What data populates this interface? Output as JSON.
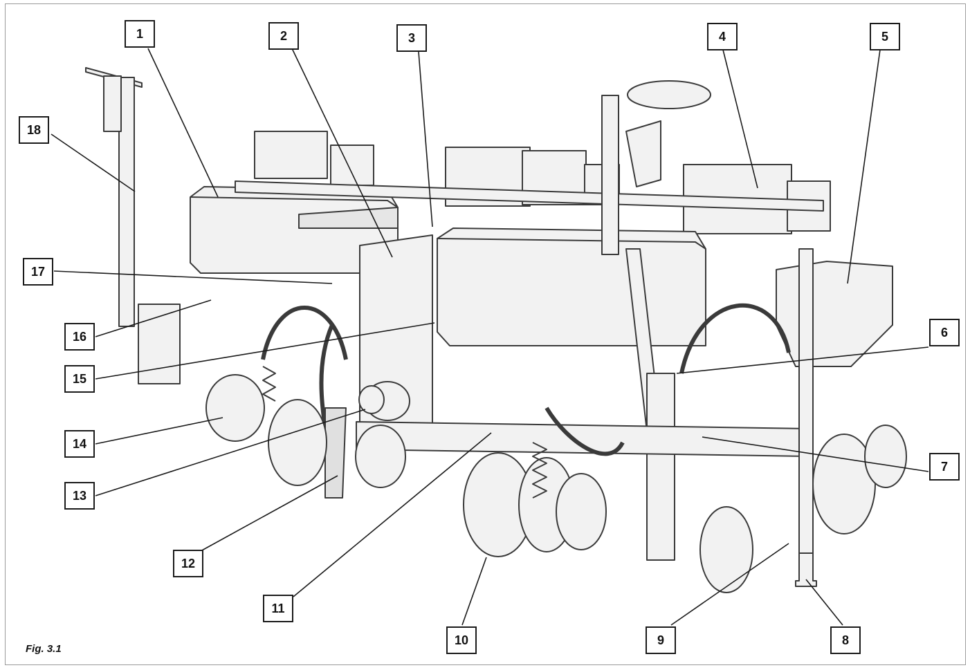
{
  "caption": "Fig. 3.1",
  "callouts": [
    {
      "id": "c1",
      "label": "1"
    },
    {
      "id": "c2",
      "label": "2"
    },
    {
      "id": "c3",
      "label": "3"
    },
    {
      "id": "c4",
      "label": "4"
    },
    {
      "id": "c5",
      "label": "5"
    },
    {
      "id": "c6",
      "label": "6"
    },
    {
      "id": "c7",
      "label": "7"
    },
    {
      "id": "c8",
      "label": "8"
    },
    {
      "id": "c9",
      "label": "9"
    },
    {
      "id": "c10",
      "label": "10"
    },
    {
      "id": "c11",
      "label": "11"
    },
    {
      "id": "c12",
      "label": "12"
    },
    {
      "id": "c13",
      "label": "13"
    },
    {
      "id": "c14",
      "label": "14"
    },
    {
      "id": "c15",
      "label": "15"
    },
    {
      "id": "c16",
      "label": "16"
    },
    {
      "id": "c17",
      "label": "17"
    },
    {
      "id": "c18",
      "label": "18"
    }
  ],
  "colors": {
    "line": "#1a1a1a",
    "sketch": "#3a3a3a",
    "fill": "#f2f2f2",
    "frame": "#9a9a9a"
  }
}
